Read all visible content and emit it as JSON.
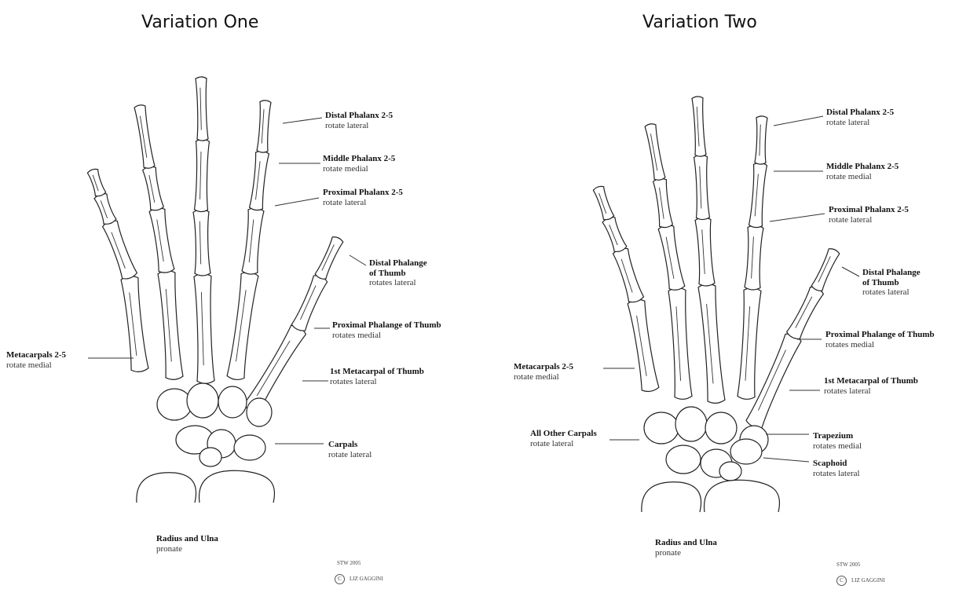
{
  "variations": [
    {
      "title": "Variation One",
      "labels": {
        "distal_phalanx": {
          "name": "Distal Phalanx 2-5",
          "action": "rotate lateral"
        },
        "middle_phalanx": {
          "name": "Middle Phalanx 2-5",
          "action": "rotate medial"
        },
        "proximal_phalanx": {
          "name": "Proximal Phalanx 2-5",
          "action": "rotate lateral"
        },
        "distal_thumb": {
          "name_line1": "Distal Phalange",
          "name_line2": "of Thumb",
          "action": "rotates lateral"
        },
        "proximal_thumb": {
          "name": "Proximal Phalange of Thumb",
          "action": "rotates medial"
        },
        "metacarpal_thumb": {
          "name": "1st Metacarpal of Thumb",
          "action": "rotates lateral"
        },
        "metacarpals": {
          "name": "Metacarpals 2-5",
          "action": "rotate medial"
        },
        "carpals": {
          "name": "Carpals",
          "action": "rotate lateral"
        },
        "radius_ulna": {
          "name": "Radius and Ulna",
          "action": "pronate"
        }
      },
      "stamp": "STW 2005",
      "copyright_symbol": "C",
      "copyright": "LIZ GAGGINI"
    },
    {
      "title": "Variation Two",
      "labels": {
        "distal_phalanx": {
          "name": "Distal Phalanx 2-5",
          "action": "rotate lateral"
        },
        "middle_phalanx": {
          "name": "Middle Phalanx 2-5",
          "action": "rotate medial"
        },
        "proximal_phalanx": {
          "name": "Proximal Phalanx 2-5",
          "action": "rotate lateral"
        },
        "distal_thumb": {
          "name_line1": "Distal Phalange",
          "name_line2": "of Thumb",
          "action": "rotates lateral"
        },
        "proximal_thumb": {
          "name": "Proximal Phalange of Thumb",
          "action": "rotates medial"
        },
        "metacarpal_thumb": {
          "name": "1st Metacarpal of Thumb",
          "action": "rotates lateral"
        },
        "metacarpals": {
          "name": "Metacarpals 2-5",
          "action": "rotate medial"
        },
        "other_carpals": {
          "name": "All Other Carpals",
          "action": "rotate lateral"
        },
        "trapezium": {
          "name": "Trapezium",
          "action": "rotates medial"
        },
        "scaphoid": {
          "name": "Scaphoid",
          "action": "rotates lateral"
        },
        "radius_ulna": {
          "name": "Radius and Ulna",
          "action": "pronate"
        }
      },
      "stamp": "STW 2005",
      "copyright_symbol": "C",
      "copyright": "LIZ GAGGINI"
    }
  ]
}
